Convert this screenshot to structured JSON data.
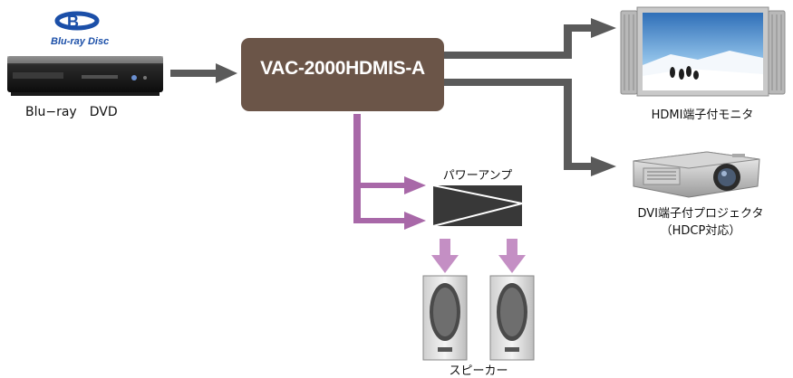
{
  "hub": {
    "label": "VAC-2000HDMIS-A",
    "color": "#6b5548"
  },
  "source": {
    "logo_text": "Blu-ray Disc",
    "label": "Blu−ray　DVD"
  },
  "monitor": {
    "label": "HDMI端子付モニタ"
  },
  "projector": {
    "label_line1": "DVI端子付プロジェクタ",
    "label_line2": "（HDCP対応）"
  },
  "amp": {
    "label": "パワーアンプ"
  },
  "speakers": {
    "label": "スピーカー"
  },
  "colors": {
    "video_arrow": "#5a5a5a",
    "audio_arrow": "#a868a8",
    "audio_arrow_light": "#c48fc4",
    "logo": "#1b4fa8"
  },
  "icons": [
    "blu-ray-disc-logo",
    "bluray-player-icon",
    "monitor-icon",
    "projector-icon",
    "amplifier-icon",
    "speaker-icon"
  ]
}
